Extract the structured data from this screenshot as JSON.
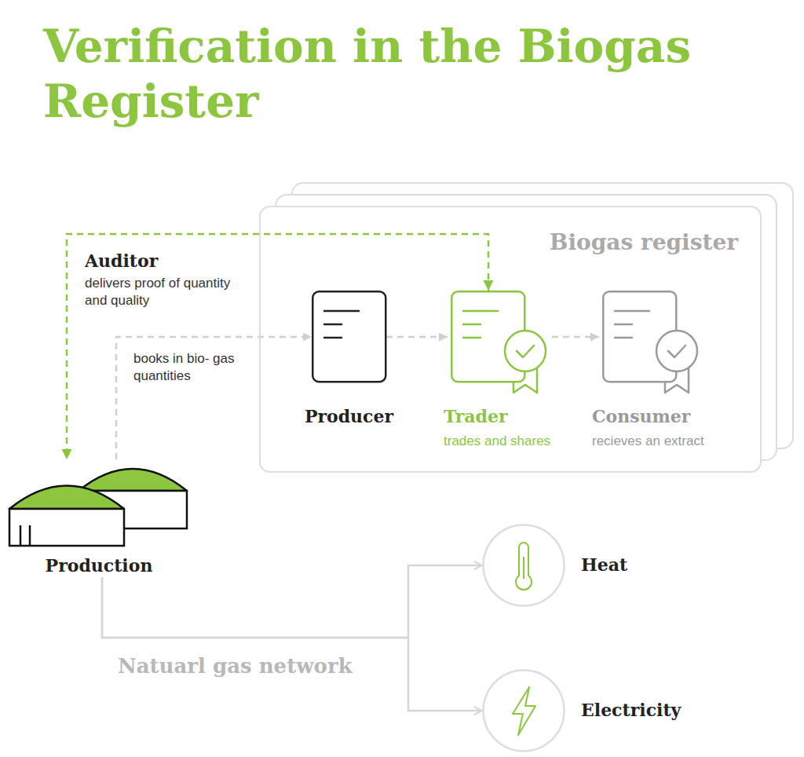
{
  "diagram": {
    "title": "Verification in the Biogas Register",
    "nodes": [
      {
        "text": [
          "Biogas register"
        ]
      },
      {
        "text": [
          "Producer"
        ],
        "in": 0
      },
      {
        "text": [
          "Trader",
          "trades and shares"
        ],
        "in": 0
      },
      {
        "text": [
          "Consumer",
          "recieves an extract"
        ],
        "in": 0
      },
      {
        "text": [
          "Production"
        ]
      },
      {
        "text": [
          "Heat"
        ]
      },
      {
        "text": [
          "Electricity"
        ]
      }
    ],
    "edges": [
      {
        "from": 2,
        "to": 4,
        "arrow": "both",
        "label": "Auditor"
      },
      {
        "from": 4,
        "to": 1,
        "arrow": "to",
        "label": "books in bio- gas quantities"
      },
      {
        "from": 1,
        "to": 2,
        "arrow": "to"
      },
      {
        "from": 2,
        "to": 3,
        "arrow": "to"
      },
      {
        "from": 4,
        "to": 5,
        "arrow": "to",
        "label": "Natuarl gas network"
      },
      {
        "from": 4,
        "to": 6,
        "arrow": "to"
      }
    ],
    "labels": [
      "delivers proof of quantity and quality"
    ]
  }
}
